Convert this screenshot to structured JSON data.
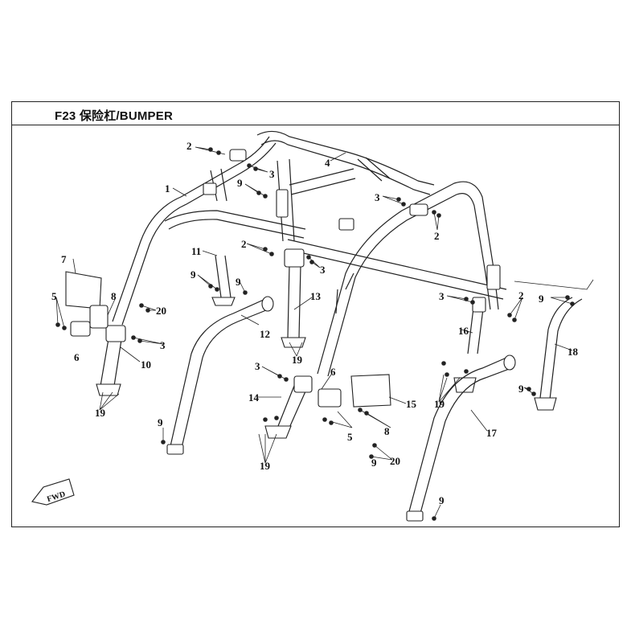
{
  "header": {
    "title": "F23 保险杠/BUMPER"
  },
  "fwd_label": "FWD",
  "callouts": [
    {
      "id": "c1",
      "text": "1"
    },
    {
      "id": "c2a",
      "text": "2"
    },
    {
      "id": "c2b",
      "text": "2"
    },
    {
      "id": "c2c",
      "text": "2"
    },
    {
      "id": "c2d",
      "text": "2"
    },
    {
      "id": "c3a",
      "text": "3"
    },
    {
      "id": "c3b",
      "text": "3"
    },
    {
      "id": "c3c",
      "text": "3"
    },
    {
      "id": "c3d",
      "text": "3"
    },
    {
      "id": "c3e",
      "text": "3"
    },
    {
      "id": "c3f",
      "text": "3"
    },
    {
      "id": "c4",
      "text": "4"
    },
    {
      "id": "c5a",
      "text": "5"
    },
    {
      "id": "c5b",
      "text": "5"
    },
    {
      "id": "c6a",
      "text": "6"
    },
    {
      "id": "c6b",
      "text": "6"
    },
    {
      "id": "c7",
      "text": "7"
    },
    {
      "id": "c8a",
      "text": "8"
    },
    {
      "id": "c8b",
      "text": "8"
    },
    {
      "id": "c9a",
      "text": "9"
    },
    {
      "id": "c9b",
      "text": "9"
    },
    {
      "id": "c9c",
      "text": "9"
    },
    {
      "id": "c9d",
      "text": "9"
    },
    {
      "id": "c9e",
      "text": "9"
    },
    {
      "id": "c9f",
      "text": "9"
    },
    {
      "id": "c9g",
      "text": "9"
    },
    {
      "id": "c9h",
      "text": "9"
    },
    {
      "id": "c10",
      "text": "10"
    },
    {
      "id": "c11",
      "text": "11"
    },
    {
      "id": "c12",
      "text": "12"
    },
    {
      "id": "c13",
      "text": "13"
    },
    {
      "id": "c14",
      "text": "14"
    },
    {
      "id": "c15",
      "text": "15"
    },
    {
      "id": "c16",
      "text": "16"
    },
    {
      "id": "c17",
      "text": "17"
    },
    {
      "id": "c18",
      "text": "18"
    },
    {
      "id": "c19a",
      "text": "19"
    },
    {
      "id": "c19b",
      "text": "19"
    },
    {
      "id": "c19c",
      "text": "19"
    },
    {
      "id": "c19d",
      "text": "19"
    },
    {
      "id": "c20a",
      "text": "20"
    },
    {
      "id": "c20b",
      "text": "20"
    }
  ]
}
